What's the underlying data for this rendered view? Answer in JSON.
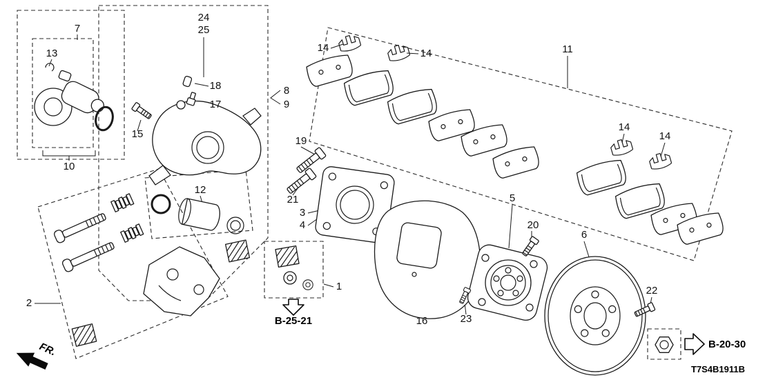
{
  "diagram": {
    "code": "T7S4B1911B",
    "direction_label": "FR.",
    "references": {
      "down": "B-25-21",
      "right": "B-20-30"
    }
  },
  "labels": [
    {
      "part": "24"
    },
    {
      "part": "25"
    },
    {
      "part": "7"
    },
    {
      "part": "13"
    },
    {
      "part": "18"
    },
    {
      "part": "17"
    },
    {
      "part": "8"
    },
    {
      "part": "9"
    },
    {
      "part": "15"
    },
    {
      "part": "10"
    },
    {
      "part": "12"
    },
    {
      "part": "19"
    },
    {
      "part": "21"
    },
    {
      "part": "3"
    },
    {
      "part": "4"
    },
    {
      "part": "14"
    },
    {
      "part": "14"
    },
    {
      "part": "11"
    },
    {
      "part": "14"
    },
    {
      "part": "14"
    },
    {
      "part": "5"
    },
    {
      "part": "20"
    },
    {
      "part": "6"
    },
    {
      "part": "2"
    },
    {
      "part": "1"
    },
    {
      "part": "16"
    },
    {
      "part": "23"
    },
    {
      "part": "22"
    }
  ]
}
